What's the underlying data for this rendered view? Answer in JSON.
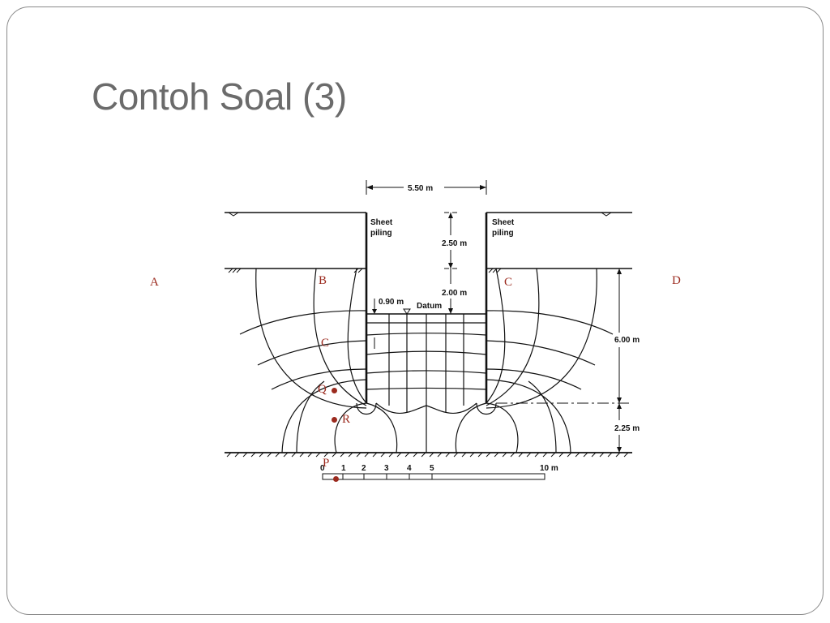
{
  "slide": {
    "title": "Contoh Soal (3)"
  },
  "diagram": {
    "width_label": "5.50 m",
    "left_piling": [
      "Sheet",
      "piling"
    ],
    "right_piling": [
      "Sheet",
      "piling"
    ],
    "dim_upper": "2.50 m",
    "dim_lower": "2.00 m",
    "datum_offset": "0.90 m",
    "datum": "Datum",
    "depth_label": "6.00 m",
    "toe_label": "2.25 m",
    "scale_ticks": [
      "0",
      "1",
      "2",
      "3",
      "4",
      "5",
      "10 m"
    ]
  },
  "markers": {
    "A": "A",
    "B": "B",
    "C_right": "C",
    "D": "D",
    "C_left": "C",
    "Q": "Q",
    "R": "R",
    "P": "P"
  },
  "colors": {
    "marker": "#9b2a1e",
    "title": "#6b6b6b",
    "line": "#111111"
  }
}
